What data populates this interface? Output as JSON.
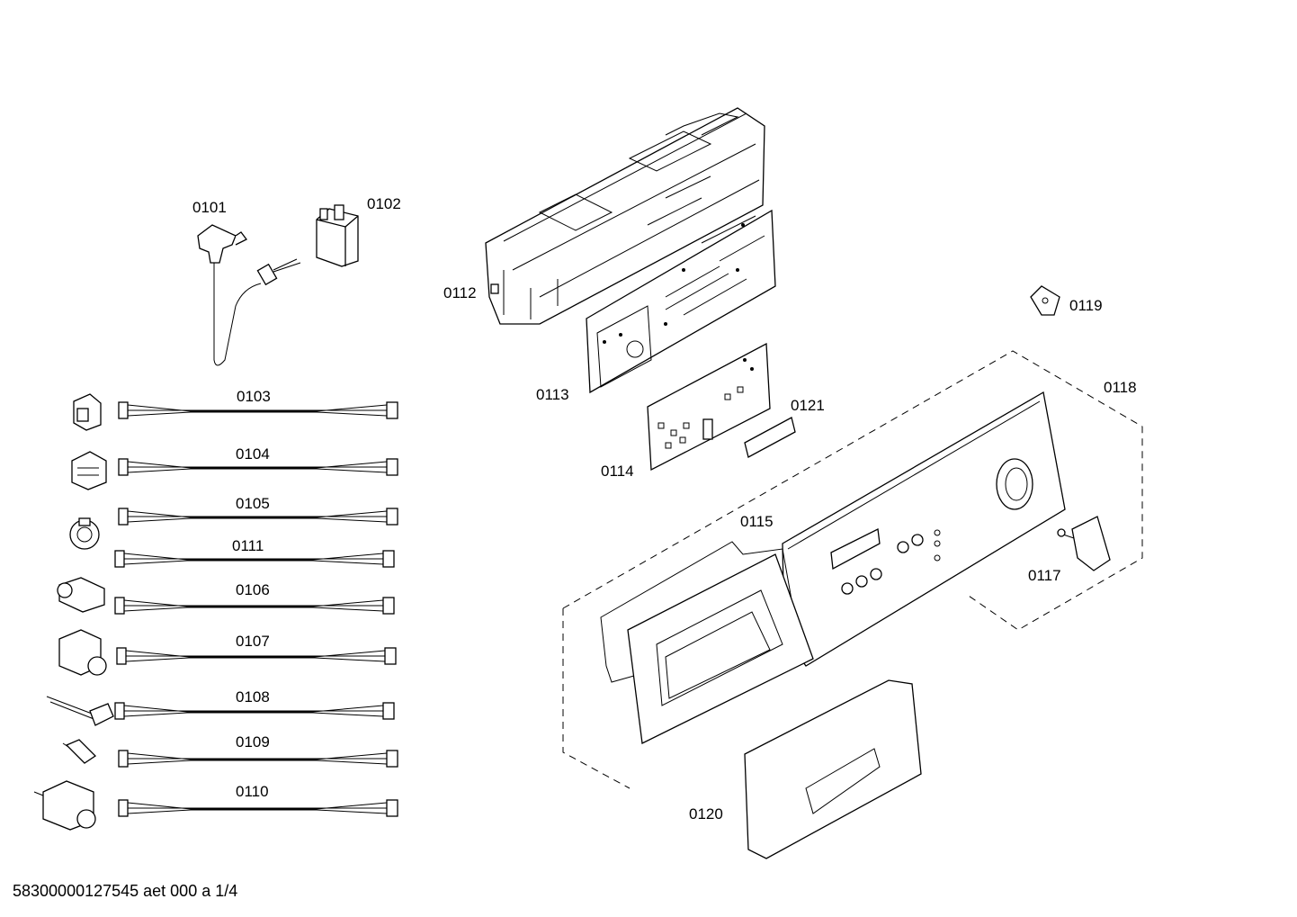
{
  "diagram": {
    "labels": {
      "p0101": "0101",
      "p0102": "0102",
      "p0103": "0103",
      "p0104": "0104",
      "p0105": "0105",
      "p0111": "0111",
      "p0106": "0106",
      "p0107": "0107",
      "p0108": "0108",
      "p0109": "0109",
      "p0110": "0110",
      "p0112": "0112",
      "p0113": "0113",
      "p0114": "0114",
      "p0121": "0121",
      "p0115": "0115",
      "p0119": "0119",
      "p0118": "0118",
      "p0117": "0117",
      "p0120": "0120"
    }
  },
  "footer": {
    "text": "58300000127545 aet 000 a 1/4"
  }
}
